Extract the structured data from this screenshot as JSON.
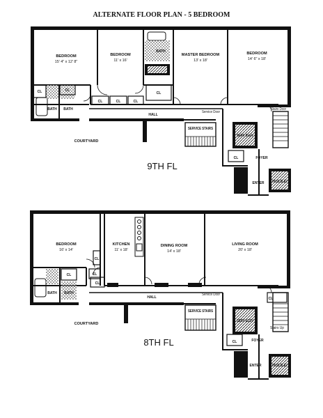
{
  "title": "ALTERNATE FLOOR PLAN - 5 BEDROOM",
  "ninth": {
    "floor_label": "9TH FL",
    "rooms": [
      {
        "name": "BEDROOM",
        "dim": "15' 4\" x 12' 8\""
      },
      {
        "name": "BEDROOM",
        "dim": "11' x 16'"
      },
      {
        "name": "MASTER BEDROOM",
        "dim": "13' x 18'"
      },
      {
        "name": "BEDROOM",
        "dim": "14' 6\" x 18'"
      }
    ],
    "bath": "BATH",
    "bath2": "BATH",
    "bath3": "BATH",
    "cl": "CL",
    "hall": "HALL",
    "service_door": "Service Door",
    "stairs_door": "Stairs Door",
    "service_stairs": "SERVICE STAIRS",
    "serv_elev": "SERV ELEV",
    "foyer": "FOYER",
    "enter": "ENTER",
    "pass_elev": "PASS ELEV",
    "courtyard": "COURTYARD"
  },
  "eighth": {
    "floor_label": "8TH FL",
    "rooms": [
      {
        "name": "BEDROOM",
        "dim": "16' x 14'"
      },
      {
        "name": "KITCHEN",
        "dim": "11' x 18'"
      },
      {
        "name": "DINING ROOM",
        "dim": "14' x 18'"
      },
      {
        "name": "LIVING ROOM",
        "dim": "20' x 18'"
      }
    ],
    "bath": "BATH",
    "bath2": "BATH",
    "cl": "CL",
    "hall": "HALL",
    "service_door": "Service Door",
    "service_stairs": "SERVICE STAIRS",
    "serv_elev": "SERV ELEV",
    "stairs_up": "Stairs Up",
    "foyer": "FOYER",
    "enter": "ENTER",
    "pass_elev": "PASS ELEV",
    "courtyard": "COURTYARD"
  }
}
